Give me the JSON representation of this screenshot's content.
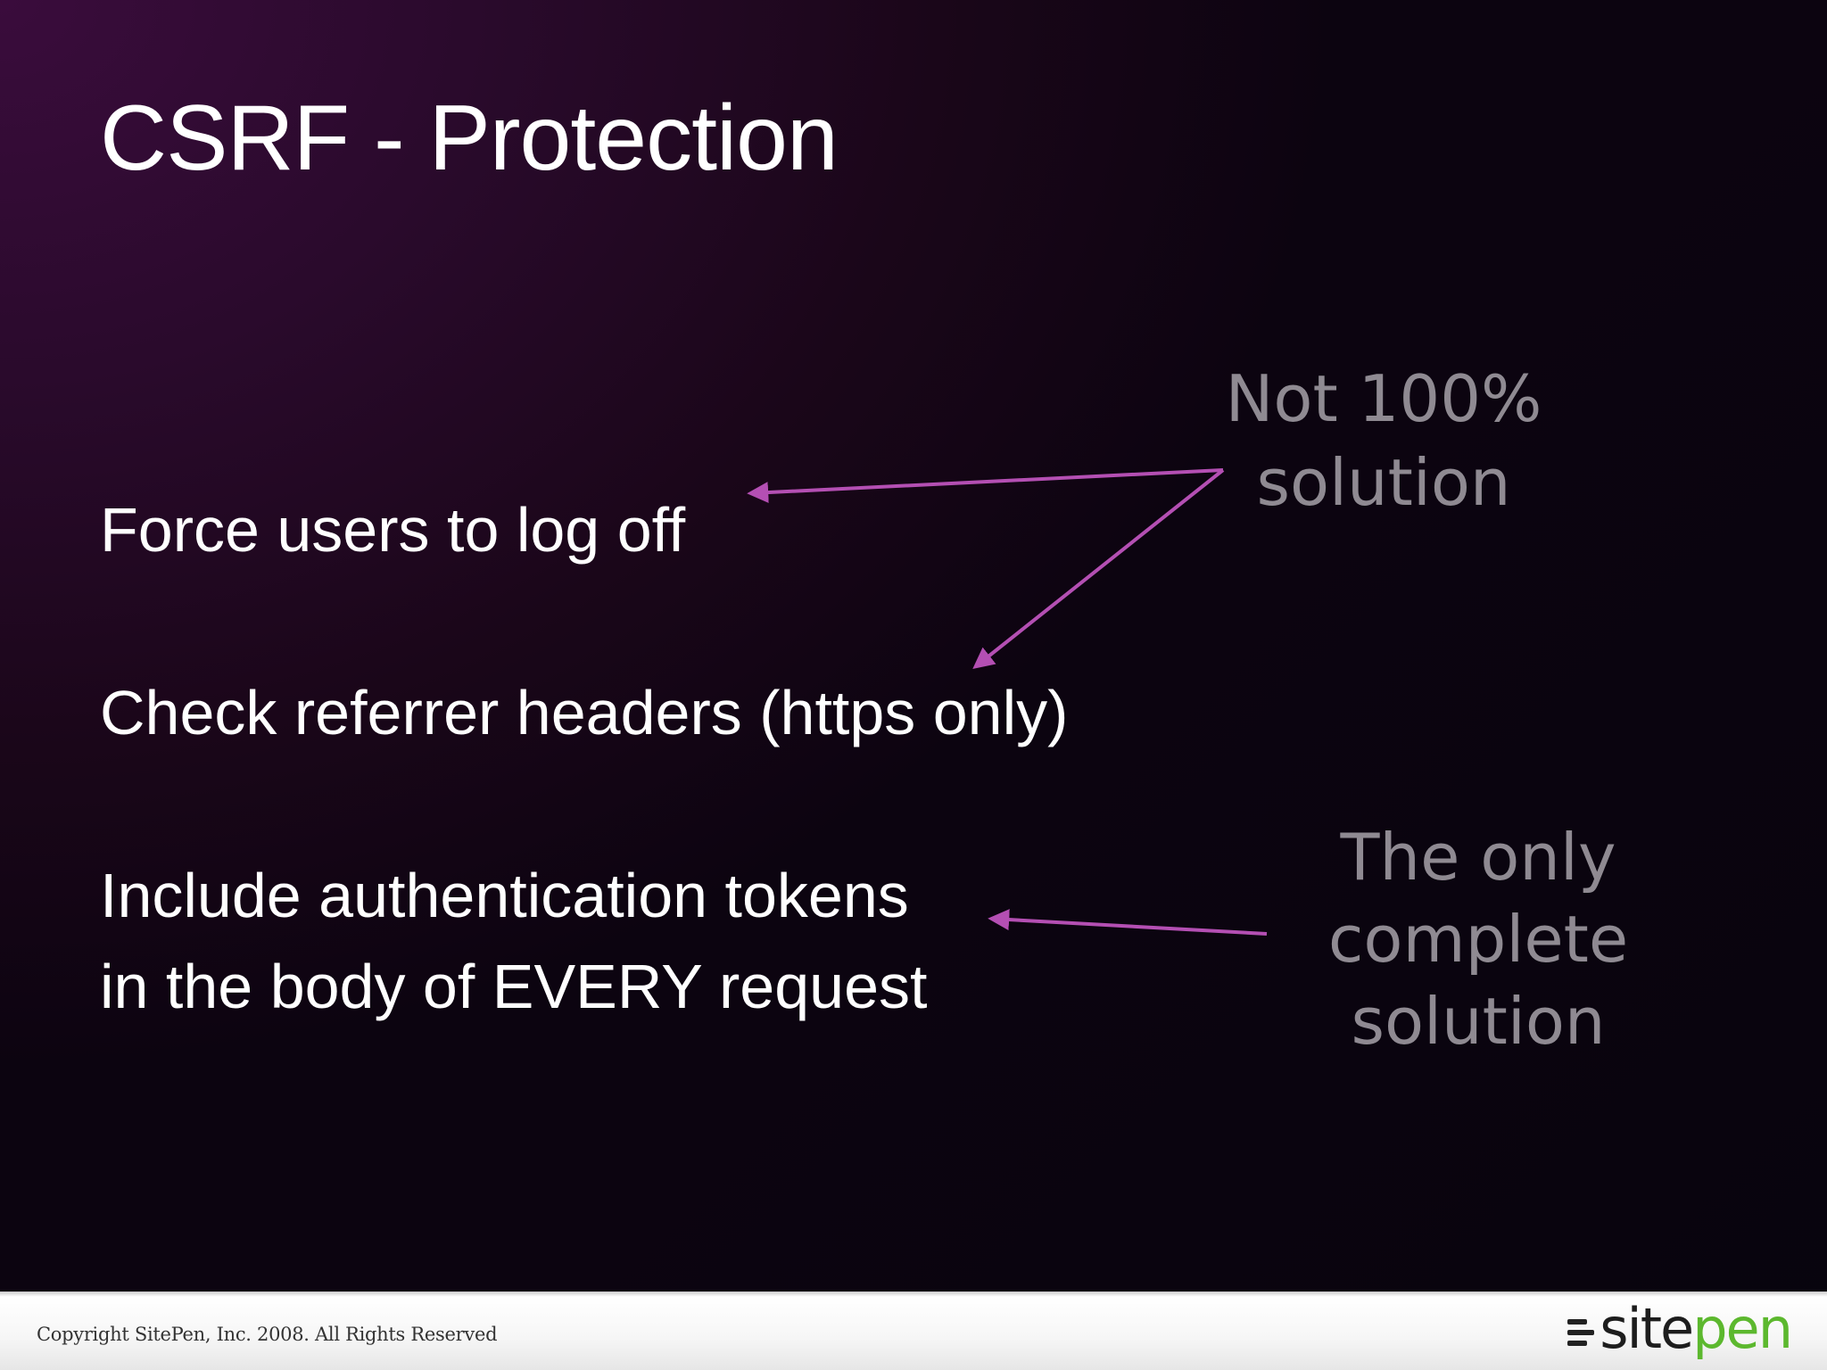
{
  "slide": {
    "title": "CSRF - Protection",
    "bullets": [
      "Force users to log off",
      "Check referrer headers (https only)",
      "Include authentication tokens",
      "in the body of EVERY request"
    ],
    "notes": {
      "partial": [
        "Not 100%",
        "solution"
      ],
      "complete": [
        "The only",
        "complete",
        "solution"
      ]
    }
  },
  "footer": {
    "copyright": "Copyright SitePen, Inc. 2008. All Rights Reserved",
    "logo": {
      "site": "site",
      "pen": "pen"
    }
  },
  "colors": {
    "background": "#2a0a2c",
    "text": "#ffffff",
    "note": "#8f8a92",
    "arrow": "#b44fb3",
    "logo_green": "#5cb82e"
  },
  "icons": [
    "arrow-icon"
  ]
}
